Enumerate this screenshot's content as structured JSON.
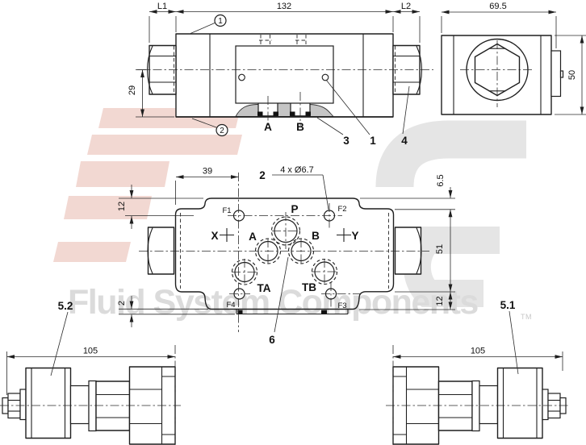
{
  "watermark": {
    "text": "Fluid System Components",
    "tm": "TM",
    "color_red": "#f2d8d2",
    "color_gray": "#e5e5e5",
    "text_color": "#dbdbdb"
  },
  "front_view": {
    "dim_l1": "L1",
    "dim_width": "132",
    "dim_l2": "L2",
    "dim_height": "29",
    "balloon_1": "1",
    "balloon_2": "2",
    "port_a": "A",
    "port_b": "B",
    "callout_3": "3",
    "callout_1": "1",
    "callout_4": "4"
  },
  "end_view": {
    "dim_width": "69.5",
    "dim_height": "50"
  },
  "face_view": {
    "dim_39": "39",
    "callout_2": "2",
    "holes_note": "4 x Ø6.7",
    "dim_6_5": "6.5",
    "dim_12_top": "12",
    "dim_51": "51",
    "dim_12_bottom": "12",
    "dim_2": "2",
    "callout_6": "6",
    "port_f1": "F1",
    "port_f2": "F2",
    "port_f3": "F3",
    "port_f4": "F4",
    "port_p": "P",
    "port_a": "A",
    "port_b": "B",
    "port_ta": "TA",
    "port_tb": "TB",
    "port_x": "X",
    "port_y": "Y"
  },
  "adjuster_left": {
    "callout": "5.2",
    "dim_length": "105"
  },
  "adjuster_right": {
    "callout": "5.1",
    "dim_length": "105"
  },
  "colors": {
    "line": "#1f1f1f",
    "shade": "#c5c5c5"
  }
}
